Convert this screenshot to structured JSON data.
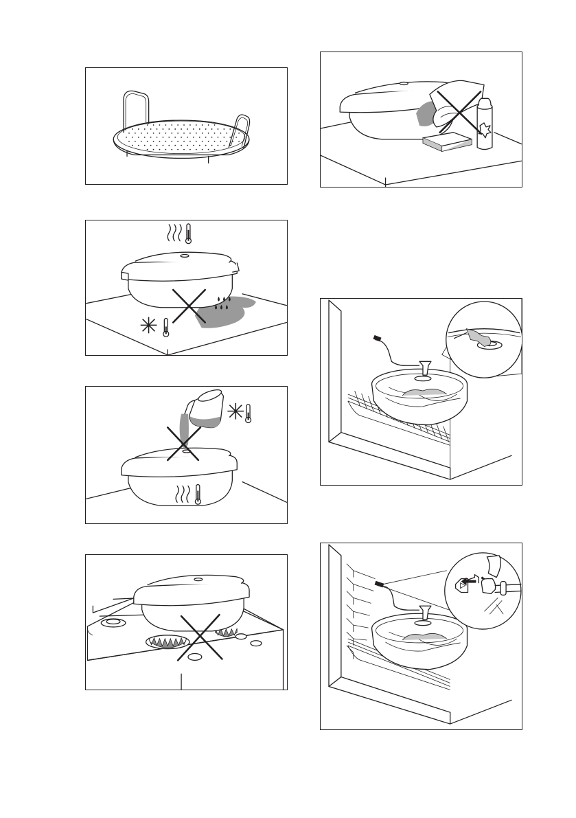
{
  "page": {
    "figures": [
      {
        "id": "steamer-insert",
        "icon": "steamer-tray-icon",
        "prohibited": false
      },
      {
        "id": "hot-dish-on-cold-wet-surface",
        "icon": "casserole-hot-cold-surface-icon",
        "prohibited": true
      },
      {
        "id": "cold-liquid-on-hot-dish",
        "icon": "pour-cold-water-icon",
        "prohibited": true
      },
      {
        "id": "dish-on-gas-hob",
        "icon": "gas-burner-icon",
        "prohibited": true
      },
      {
        "id": "abrasive-cleaning",
        "icon": "scouring-sponge-icon",
        "prohibited": true
      },
      {
        "id": "dish-in-oven-steam-pipe",
        "icon": "oven-steam-connection-icon",
        "prohibited": false
      },
      {
        "id": "connect-steam-pipe-to-inlet",
        "icon": "steam-inlet-arrow-icon",
        "prohibited": false
      }
    ]
  }
}
